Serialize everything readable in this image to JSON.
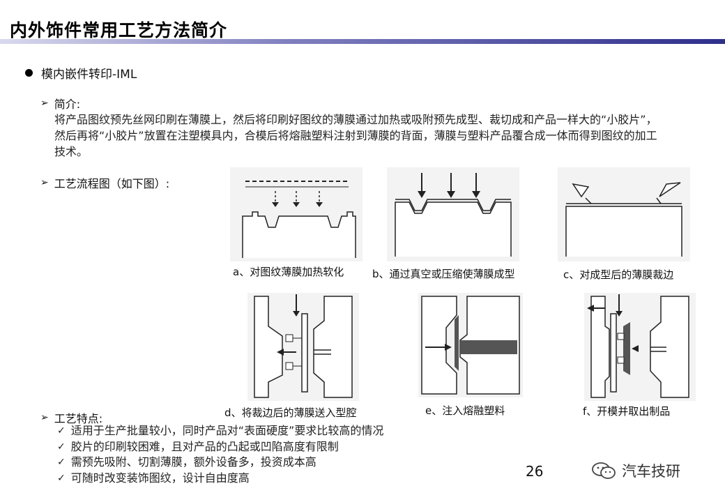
{
  "header": {
    "title": "内外饰件常用工艺方法简介"
  },
  "section": {
    "label": "模内嵌件转印-IML"
  },
  "intro": {
    "heading": "简介:",
    "text": "将产品图纹预先丝网印刷在薄膜上，然后将印刷好图纹的薄膜通过加热或吸附预先成型、裁切成和产品一样大的“小胶片”，然后再将“小胶片”放置在注塑模具内，合模后将熔融塑料注射到薄膜的背面，薄膜与塑料产品覆合成一体而得到图纹的加工技术。"
  },
  "flow": {
    "heading": "工艺流程图（如下图）:",
    "captions": [
      "a、对图纹薄膜加热软化",
      "b、通过真空或压缩使薄膜成型",
      "c、对成型后的薄膜裁边",
      "d、将裁边后的薄膜送入型腔",
      "e、注入熔融塑料",
      "f、开模并取出制品"
    ]
  },
  "features": {
    "heading": "工艺特点:",
    "items": [
      "适用于生产批量较小，同时产品对“表面硬度”要求比较高的情况",
      "胶片的印刷较困难，且对产品的凸起或凹陷高度有限制",
      "需预先吸附、切割薄膜，额外设备多，投资成本高",
      "可随时改变装饰图纹，设计自由度高"
    ]
  },
  "footer": {
    "page_number": "26",
    "brand": "汽车技研"
  }
}
